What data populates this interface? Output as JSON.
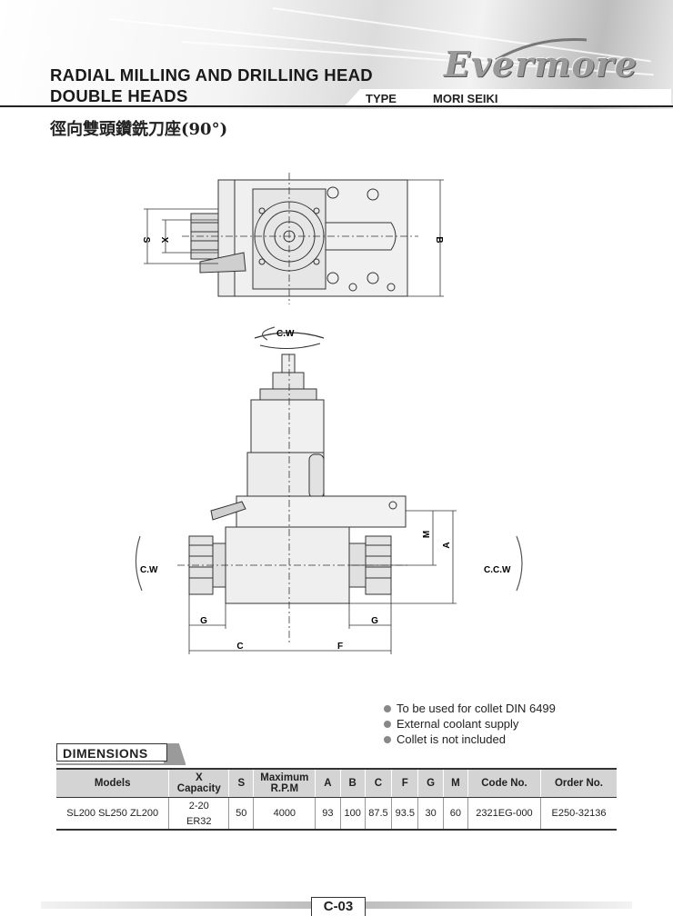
{
  "header": {
    "title_line1": "RADIAL MILLING AND DRILLING HEAD",
    "title_line2": "DOUBLE HEADS",
    "type_label": "TYPE",
    "machine_brand": "MORI SEIKI",
    "logo_text": "Evermore",
    "chinese_title": "徑向雙頭鑽銑刀座(90°)"
  },
  "drawing": {
    "top_view_labels": {
      "s": "S",
      "x": "X",
      "b": "B"
    },
    "front_view_labels": {
      "cw_top": "C.W",
      "cw_left": "C.W",
      "ccw_right": "C.C.W",
      "m": "M",
      "a": "A",
      "g_left": "G",
      "g_right": "G",
      "c": "C",
      "f": "F"
    }
  },
  "notes": [
    "To be used for collet DIN 6499",
    "External coolant supply",
    "Collet is not included"
  ],
  "dimensions": {
    "section_title": "DIMENSIONS",
    "headers": {
      "models": "Models",
      "x": "X",
      "capacity": "Capacity",
      "s": "S",
      "maximum": "Maximum",
      "rpm": "R.P.M",
      "a": "A",
      "b": "B",
      "c": "C",
      "f": "F",
      "g": "G",
      "m": "M",
      "code_no": "Code No.",
      "order_no": "Order No."
    },
    "row": {
      "models": "SL200 SL250 ZL200",
      "capacity_range": "2-20",
      "capacity_collet": "ER32",
      "s": "50",
      "max_rpm": "4000",
      "a": "93",
      "b": "100",
      "c": "87.5",
      "f": "93.5",
      "g": "30",
      "m": "60",
      "code_no": "2321EG-000",
      "order_no": "E250-32136"
    }
  },
  "footer": {
    "page_number": "C-03"
  }
}
